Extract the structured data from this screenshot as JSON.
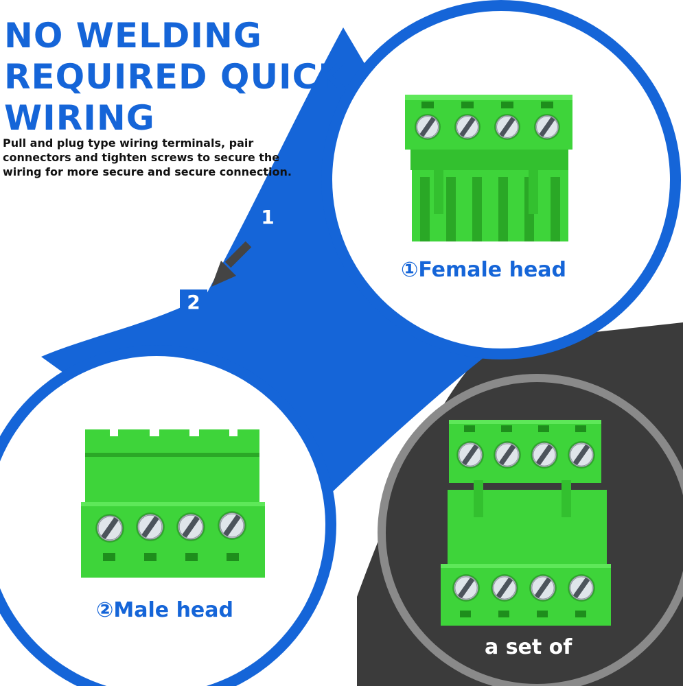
{
  "headline": {
    "line1": "NO WELDING",
    "line2": "REQUIRED QUICK",
    "line3": "WIRING"
  },
  "description": "Pull and plug type wiring terminals, pair connectors and tighten screws to secure the wiring for more secure and secure connection.",
  "steps": {
    "step1": "1",
    "step2": "2"
  },
  "panels": {
    "female": {
      "caption": "①Female head",
      "icon": "green-female-terminal-connector"
    },
    "male": {
      "caption": "②Male head",
      "icon": "green-male-terminal-connector"
    },
    "set": {
      "caption": "a set of",
      "icon": "green-connector-pair-assembled"
    }
  },
  "colors": {
    "accent_blue": "#1565d8",
    "connector_green": "#3ed43a",
    "dark_panel": "#3b3b3b",
    "set_circle_border": "#8a8a8a"
  },
  "icons": {
    "arrow": "arrow-down-left-icon"
  }
}
